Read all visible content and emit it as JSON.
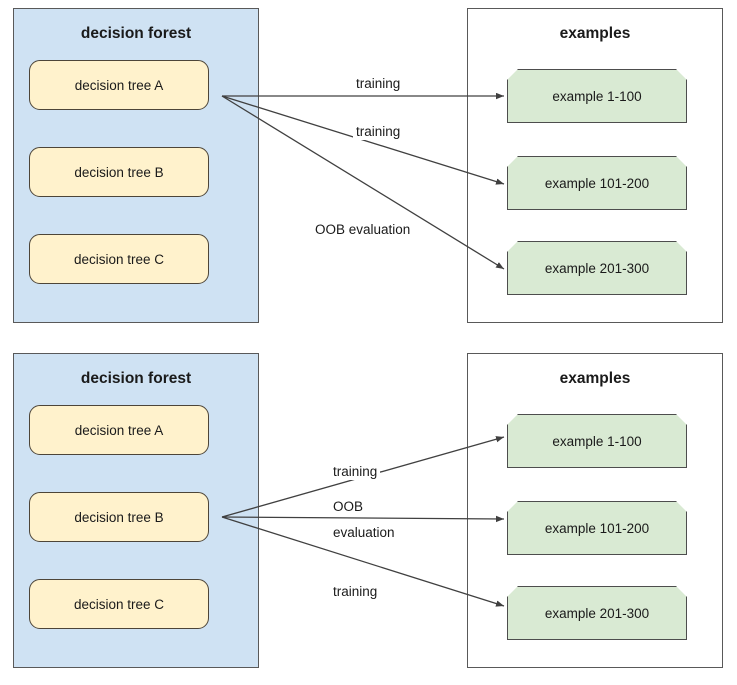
{
  "diagrams": [
    {
      "forest": {
        "title": "decision forest",
        "trees": [
          {
            "label": "decision tree A"
          },
          {
            "label": "decision tree B"
          },
          {
            "label": "decision tree C"
          }
        ]
      },
      "examples": {
        "title": "examples",
        "items": [
          {
            "label": "example 1-100"
          },
          {
            "label": "example 101-200"
          },
          {
            "label": "example 201-300"
          }
        ]
      },
      "edges": [
        {
          "label": "training",
          "from": "decision tree A",
          "to": "example 1-100"
        },
        {
          "label": "training",
          "from": "decision tree A",
          "to": "example 101-200"
        },
        {
          "label": "OOB evaluation",
          "from": "decision tree A",
          "to": "example 201-300"
        }
      ]
    },
    {
      "forest": {
        "title": "decision forest",
        "trees": [
          {
            "label": "decision tree A"
          },
          {
            "label": "decision tree B"
          },
          {
            "label": "decision tree C"
          }
        ]
      },
      "examples": {
        "title": "examples",
        "items": [
          {
            "label": "example 1-100"
          },
          {
            "label": "example 101-200"
          },
          {
            "label": "example 201-300"
          }
        ]
      },
      "edges": [
        {
          "label": "training",
          "from": "decision tree B",
          "to": "example 1-100"
        },
        {
          "label_line1": "OOB",
          "label_line2": "evaluation",
          "from": "decision tree B",
          "to": "example 101-200"
        },
        {
          "label": "training",
          "from": "decision tree B",
          "to": "example 201-300"
        }
      ]
    }
  ],
  "colors": {
    "forest_panel_fill": "#cfe2f3",
    "tree_fill": "#fff2cc",
    "example_fill": "#d9ead3",
    "panel_border": "#595959",
    "arrow": "#404040",
    "text": "#1a1a1a"
  }
}
